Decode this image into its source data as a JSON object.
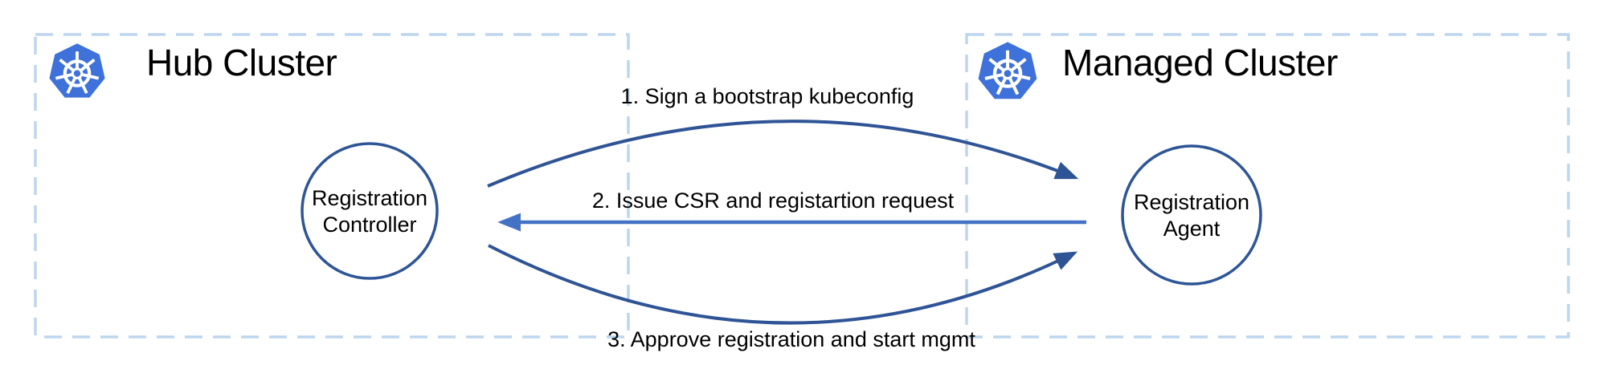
{
  "diagram": {
    "type": "sequence-flow",
    "hub_cluster": {
      "title": "Hub Cluster",
      "icon": "kubernetes-icon",
      "node_label": "Registration Controller"
    },
    "managed_cluster": {
      "title": "Managed Cluster",
      "icon": "kubernetes-icon",
      "node_label": "Registration Agent"
    },
    "arrows": [
      {
        "label": "1. Sign a bootstrap kubeconfig",
        "from": "Registration Controller",
        "to": "Registration Agent",
        "style": "curved-up"
      },
      {
        "label": "2. Issue CSR and registartion request",
        "from": "Registration Agent",
        "to": "Registration Controller",
        "style": "straight"
      },
      {
        "label": "3. Approve registration and start mgmt",
        "from": "Registration Controller",
        "to": "Registration Agent",
        "style": "curved-down"
      }
    ]
  },
  "colors": {
    "box_border": "#BDD6EE",
    "node_stroke": "#2E5596",
    "arrow_dark": "#2F5496",
    "arrow_light": "#4472C4",
    "kubernetes_blue": "#3E71D9",
    "wheel_white": "#FFFFFF",
    "text": "#000000"
  }
}
